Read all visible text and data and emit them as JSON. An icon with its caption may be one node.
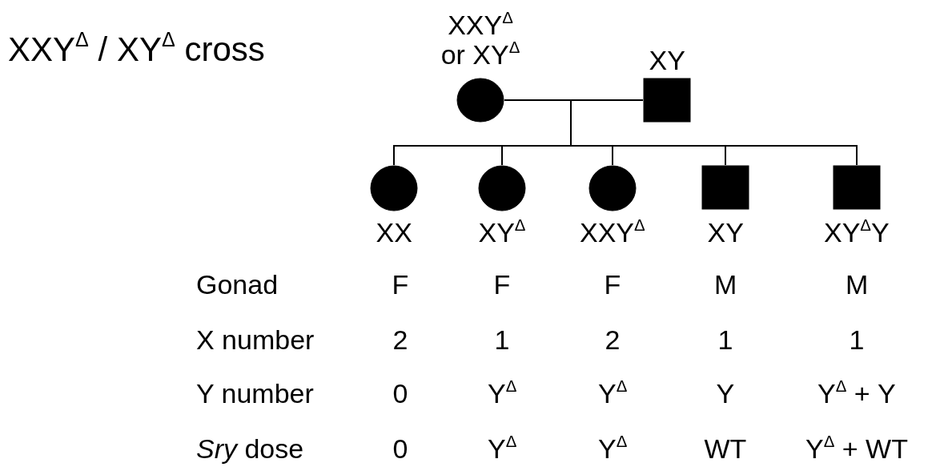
{
  "diagram": {
    "title": "XXY$^{Δ}$ / XY$^{Δ}$ cross",
    "nodes": [
      {
        "text": [],
        "shape": "circle",
        "beside": [
          "XXY$^{Δ}$ or XY$^{Δ}$"
        ]
      },
      {
        "text": [],
        "shape": "box",
        "beside": [
          "XY"
        ]
      },
      {
        "text": [],
        "shape": "circle",
        "beside": [
          "XX"
        ]
      },
      {
        "text": [],
        "shape": "circle",
        "beside": [
          "XY$^{Δ}$"
        ]
      },
      {
        "text": [],
        "shape": "circle",
        "beside": [
          "XXY$^{Δ}$"
        ]
      },
      {
        "text": [],
        "shape": "box",
        "beside": [
          "XY"
        ]
      },
      {
        "text": [],
        "shape": "box",
        "beside": [
          "XY$^{Δ}$Y"
        ]
      }
    ],
    "edges": [
      {
        "from": 0,
        "to": 1,
        "arrow": "none"
      },
      {
        "from": 0,
        "to": 2,
        "arrow": "none"
      },
      {
        "from": 0,
        "to": 3,
        "arrow": "none"
      },
      {
        "from": 0,
        "to": 4,
        "arrow": "none"
      },
      {
        "from": 0,
        "to": 5,
        "arrow": "none"
      },
      {
        "from": 0,
        "to": 6,
        "arrow": "none"
      },
      {
        "from": 1,
        "to": 2,
        "arrow": "none"
      },
      {
        "from": 1,
        "to": 3,
        "arrow": "none"
      },
      {
        "from": 1,
        "to": 4,
        "arrow": "none"
      },
      {
        "from": 1,
        "to": 5,
        "arrow": "none"
      },
      {
        "from": 1,
        "to": 6,
        "arrow": "none"
      }
    ],
    "labels": [
      "Gonad",
      "F",
      "F",
      "F",
      "M",
      "M",
      "X number",
      "2",
      "1",
      "2",
      "1",
      "1",
      "Y number",
      "0",
      "Y$^{Δ}$",
      "Y$^{Δ}$",
      "Y",
      "Y$^{Δ}$ + Y",
      "*Sry* dose",
      "0",
      "Y$^{Δ}$",
      "Y$^{Δ}$",
      "WT",
      "Y$^{Δ}$ + WT"
    ]
  }
}
